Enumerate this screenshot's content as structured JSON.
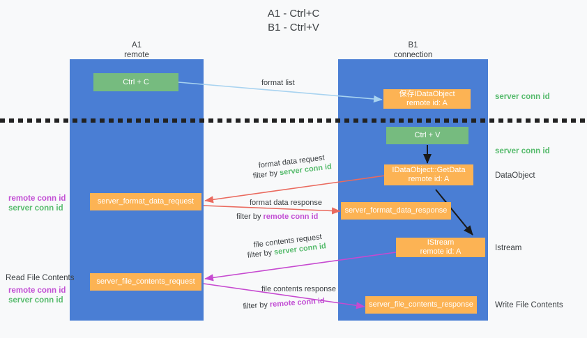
{
  "title": "A1 - Ctrl+C\nB1 - Ctrl+V",
  "lanes": [
    {
      "name": "A1",
      "sub": "remote",
      "header": "A1\nremote"
    },
    {
      "name": "B1",
      "sub": "connection",
      "header": "B1\nconnection"
    }
  ],
  "nodes": {
    "ctrl_c": "Ctrl + C",
    "ctrl_v": "Ctrl + V",
    "save_dataobject": "保存IDataObject\nremote id: A",
    "getdata": "IDataObject::GetData\nremote id: A",
    "istream": "IStream\nremote id: A",
    "server_format_data_request": "server_format_data_request",
    "server_format_data_response": "server_format_data_response",
    "server_file_contents_request": "server_file_contents_request",
    "server_file_contents_response": "server_file_contents_response"
  },
  "edge_labels": {
    "format_list": "format list",
    "format_data_request": "format data request",
    "format_data_request_filter_prefix": "filter by ",
    "format_data_request_filter_value": "server conn id",
    "format_data_response": "format data response",
    "format_data_response_filter_prefix": "filter by ",
    "format_data_response_filter_value": "remote conn id",
    "file_contents_request": "file contents request",
    "file_contents_request_filter_prefix": "filter by ",
    "file_contents_request_filter_value": "server conn id",
    "file_contents_response": "file contents response",
    "file_contents_response_filter_prefix": "filter by ",
    "file_contents_response_filter_value": "remote conn id"
  },
  "annotations": {
    "right_server_conn_id_1": "server conn id",
    "right_server_conn_id_2": "server conn id",
    "right_dataobject": "DataObject",
    "right_istream": "Istream",
    "right_write_file_contents": "Write File Contents",
    "left_remote_conn_id_1": "remote conn id",
    "left_server_conn_id_1": "server conn id",
    "left_read_file_contents": "Read File Contents",
    "left_remote_conn_id_2": "remote conn id",
    "left_server_conn_id_2": "server conn id"
  },
  "colors": {
    "background": "#f8f9fa",
    "lane": "#4a7ed4",
    "green_node": "#76bb7f",
    "orange_node": "#fcb354",
    "green_text": "#57bb6d",
    "magenta_text": "#c24fd4",
    "arrow_lightblue": "#a8d3f0",
    "arrow_red": "#ea6a5e",
    "arrow_magenta": "#c64ad0",
    "arrow_black": "#1a1a1a",
    "dashed_line": "#222222",
    "text": "#3c4043"
  }
}
